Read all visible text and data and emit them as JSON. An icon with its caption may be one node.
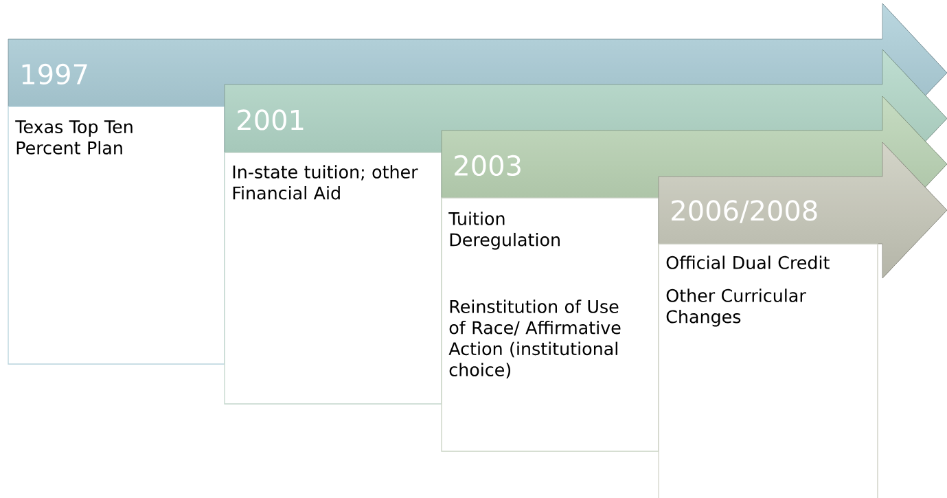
{
  "diagram": {
    "nodes": [
      {
        "text": [
          "1997"
        ]
      },
      {
        "text": [
          "Texas Top Ten Percent Plan"
        ]
      },
      {
        "text": [
          "2001"
        ]
      },
      {
        "text": [
          "In-state tuition; other Financial Aid"
        ]
      },
      {
        "text": [
          "2003"
        ]
      },
      {
        "text": [
          "Tuition Deregulation",
          "Reinstitution of Use of Race/ Affirmative Action (institutional choice)"
        ]
      },
      {
        "text": [
          "2006/2008"
        ]
      },
      {
        "text": [
          "Official Dual Credit",
          "Other Curricular Changes"
        ]
      }
    ]
  }
}
